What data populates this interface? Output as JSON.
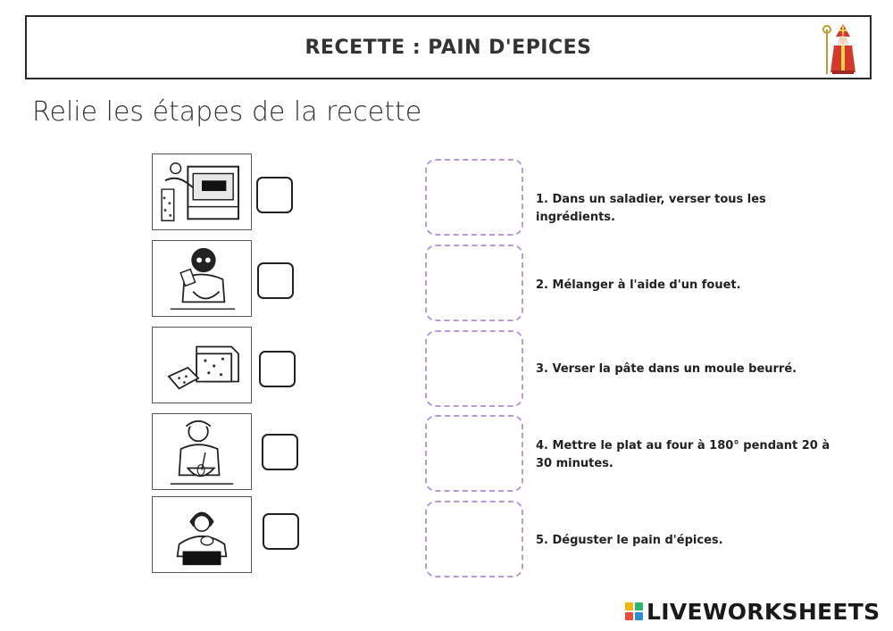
{
  "header": {
    "title": "RECETTE : PAIN D'EPICES",
    "icon": "bishop-icon"
  },
  "instruction": "Relie les étapes de la recette",
  "steps": [
    {
      "text": "1. Dans un saladier, verser tous les ingrédients."
    },
    {
      "text": "2. Mélanger à l'aide d'un fouet."
    },
    {
      "text": "3. Verser la pâte dans un moule beurré."
    },
    {
      "text": "4. Mettre le plat au four à 180° pendant 20 à 30 minutes."
    },
    {
      "text": "5. Déguster le pain d'épices."
    }
  ],
  "pictures": [
    {
      "icon": "oven-icon"
    },
    {
      "icon": "pouring-icon"
    },
    {
      "icon": "gingerbread-icon"
    },
    {
      "icon": "whisking-icon"
    },
    {
      "icon": "eating-icon"
    }
  ],
  "footer": {
    "logo_text": "LIVEWORKSHEETS",
    "colors": [
      "#f2b705",
      "#2bb673",
      "#e94e3c",
      "#2d8fd5"
    ]
  }
}
